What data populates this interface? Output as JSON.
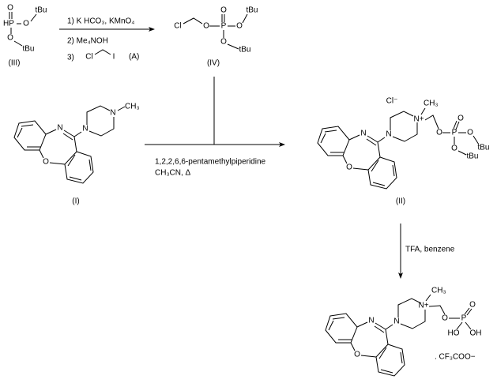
{
  "atoms": {
    "N": "N",
    "O": "O",
    "P": "P",
    "HP": "HP",
    "Cl": "Cl",
    "I": "I",
    "CH3": "CH₃",
    "tBu": "tBu",
    "Nplus": "N+",
    "HO": "HO",
    "OH": "OH",
    "Cl_minus": "Cl⁻"
  },
  "compounds": {
    "III": "(III)",
    "IV": "(IV)",
    "I": "(I)",
    "II": "(II)",
    "salt": ". CF₃COO−"
  },
  "step1": {
    "reagent1": "1) K HCO₃, KMnO₄",
    "reagent2": "2) Me₄NOH",
    "reagent3_prefix": "3)",
    "reagent3_suffix": "(A)"
  },
  "step2": {
    "reagent1": "1,2,2,6,6-pentamethylpiperidine",
    "reagent2": "CH₃CN, Δ"
  },
  "step3": {
    "reagent1": "TFA, benzene"
  }
}
